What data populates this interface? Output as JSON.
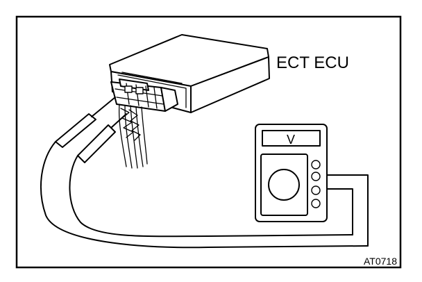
{
  "diagram": {
    "ecu_label": "ECT ECU",
    "meter_display": "V",
    "figure_code": "AT0718"
  }
}
